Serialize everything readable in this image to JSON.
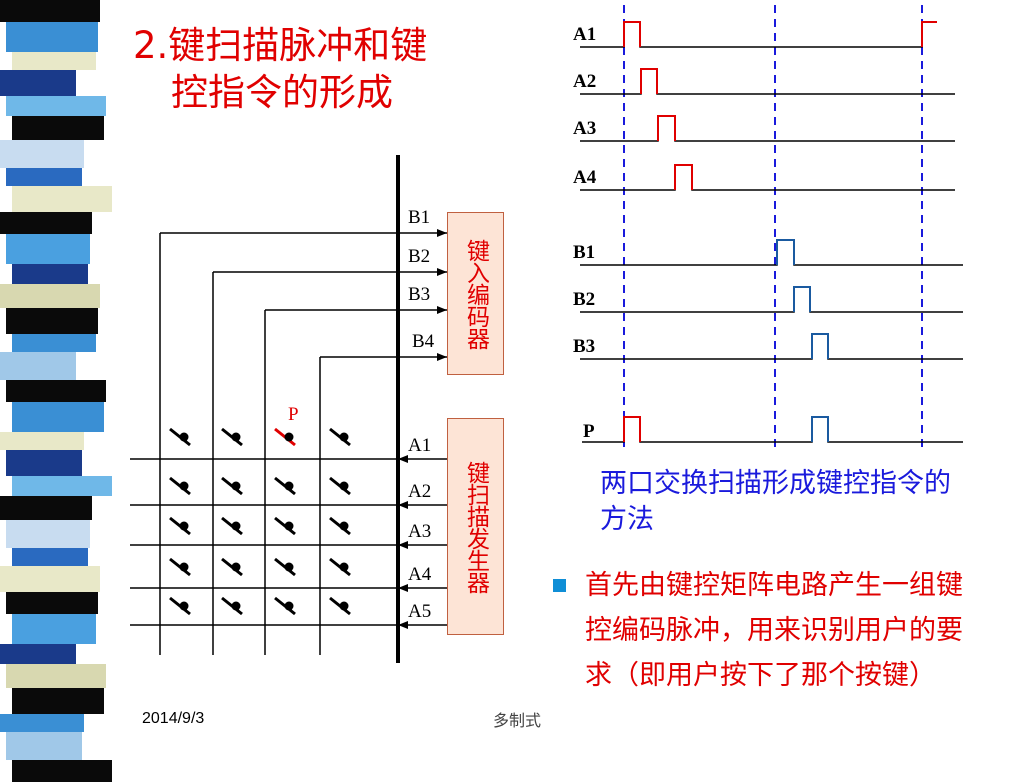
{
  "title": {
    "line1": "2.键扫描脉冲和键",
    "line2": "控指令的形成"
  },
  "circuit": {
    "b_labels": [
      "B1",
      "B2",
      "B3",
      "B4"
    ],
    "a_labels": [
      "A1",
      "A2",
      "A3",
      "A4",
      "A5"
    ],
    "encoder_box": "键入编码器",
    "generator_box": "键扫描发生器",
    "p_label": "P"
  },
  "timing": {
    "labels": [
      "A1",
      "A2",
      "A3",
      "A4",
      "B1",
      "B2",
      "B3",
      "P"
    ]
  },
  "caption": "两口交换扫描形成键控指令的方法",
  "bullet_text": "首先由键控矩阵电路产生一组键控编码脉冲，用来识别用户的要求（即用户按下了那个按键）",
  "footer": {
    "date": "2014/9/3",
    "center": "多制式"
  },
  "colors": {
    "title": "#e00000",
    "caption": "#1a1adc",
    "bullet": "#0f8ed6",
    "box_fill": "#fde4d6"
  }
}
